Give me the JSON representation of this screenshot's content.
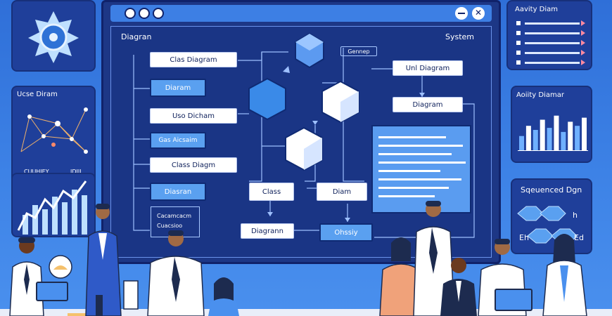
{
  "colors": {
    "background": "#3a7ee3",
    "panel": "#1f3f9a",
    "accent": "#3a8ae8",
    "node": "#ffffff"
  },
  "main_window": {
    "label_left": "Diagran",
    "label_right": "System",
    "tag": "Gennep",
    "nodes": [
      "Clas Diagram",
      "Diaram",
      "Uso Dicham",
      "Gas Aicsaim",
      "Class Diagm",
      "Diasran",
      "Class",
      "Diam",
      "Diagrann",
      "Ohssiy",
      "Unl Diagram",
      "Diagram"
    ],
    "stacked_box": {
      "line1": "Cacamcacm",
      "line2": "Cuacsioo"
    }
  },
  "left_top_panel": {
    "icon": "gear-icon"
  },
  "left_panel": {
    "title": "Ucse Diram",
    "bar_labels": [
      "CUUHIEY",
      "IDIIL"
    ]
  },
  "right_top_panel": {
    "title": "Aavity Diam",
    "rows": 5
  },
  "right_mid_panel": {
    "title": "Aoiity Diamar",
    "bar_values": [
      0.35,
      0.6,
      0.5,
      0.75,
      0.55,
      0.85,
      0.45,
      0.7,
      0.6,
      0.8
    ]
  },
  "right_bottom_panel": {
    "title": "Sqeuenced Dgn",
    "items": [
      "h",
      "Eh",
      "Ed"
    ]
  }
}
